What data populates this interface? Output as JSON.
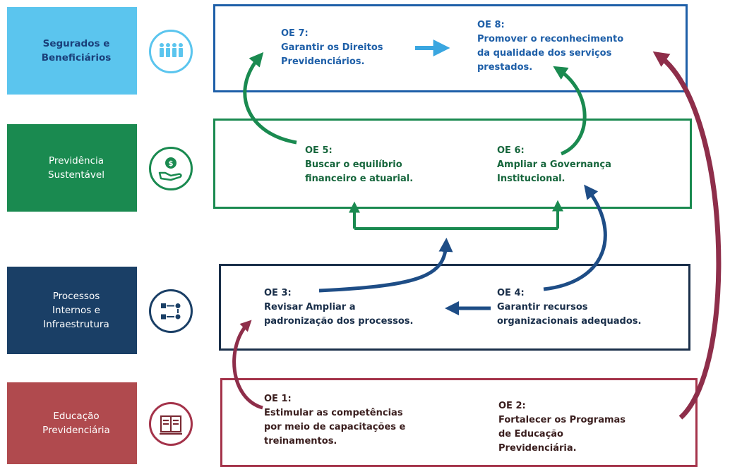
{
  "categories": [
    {
      "key": "segurados",
      "label": "Segurados e\nBeneficiários",
      "icon": "people-icon",
      "color": "#5bc5ee",
      "text_color": "#1a3f7a"
    },
    {
      "key": "previdencia",
      "label": "Previdência\nSustentável",
      "icon": "hand-coin-icon",
      "color": "#1a8a50",
      "text_color": "#ffffff"
    },
    {
      "key": "processos",
      "label": "Processos\nInternos e\nInfraestrutura",
      "icon": "process-flow-icon",
      "color": "#1a3f66",
      "text_color": "#ffffff"
    },
    {
      "key": "educacao",
      "label": "Educação\nPrevidenciária",
      "icon": "book-icon",
      "color": "#b04a4e",
      "text_color": "#ffffff"
    }
  ],
  "objectives": {
    "oe7": {
      "code": "OE 7:",
      "text": "Garantir os Direitos\nPrevidenciários.",
      "color": "#1e5fa8"
    },
    "oe8": {
      "code": "OE 8:",
      "text": "Promover o reconhecimento\nda qualidade dos serviços\nprestados.",
      "color": "#1e5fa8"
    },
    "oe5": {
      "code": "OE 5:",
      "text": "Buscar o equilíbrio\nfinanceiro e atuarial.",
      "color": "#16663c"
    },
    "oe6": {
      "code": "OE 6:",
      "text": "Ampliar a Governança\nInstitucional.",
      "color": "#16663c"
    },
    "oe3": {
      "code": "OE 3:",
      "text": "Revisar Ampliar a\npadronização dos processos.",
      "color": "#1a2f4a"
    },
    "oe4": {
      "code": "OE 4:",
      "text": "Garantir recursos\norganizacionais adequados.",
      "color": "#1a2f4a"
    },
    "oe1": {
      "code": "OE 1:",
      "text": "Estimular as competências\npor meio de capacitações e\ntreinamentos.",
      "color": "#3a1e1e"
    },
    "oe2": {
      "code": "OE 2:",
      "text": "Fortalecer os Programas\nde Educação\nPrevidenciária.",
      "color": "#3a1e1e"
    }
  },
  "colors": {
    "blue_border": "#1e5fa8",
    "green_border": "#1a8a50",
    "navy_border": "#1a2f4a",
    "red_border": "#a4334a",
    "light_blue_arrow": "#3aa6e0",
    "green_arrow": "#1a8a50",
    "navy_arrow": "#1e4d86",
    "maroon_arrow": "#8e2e4a"
  }
}
